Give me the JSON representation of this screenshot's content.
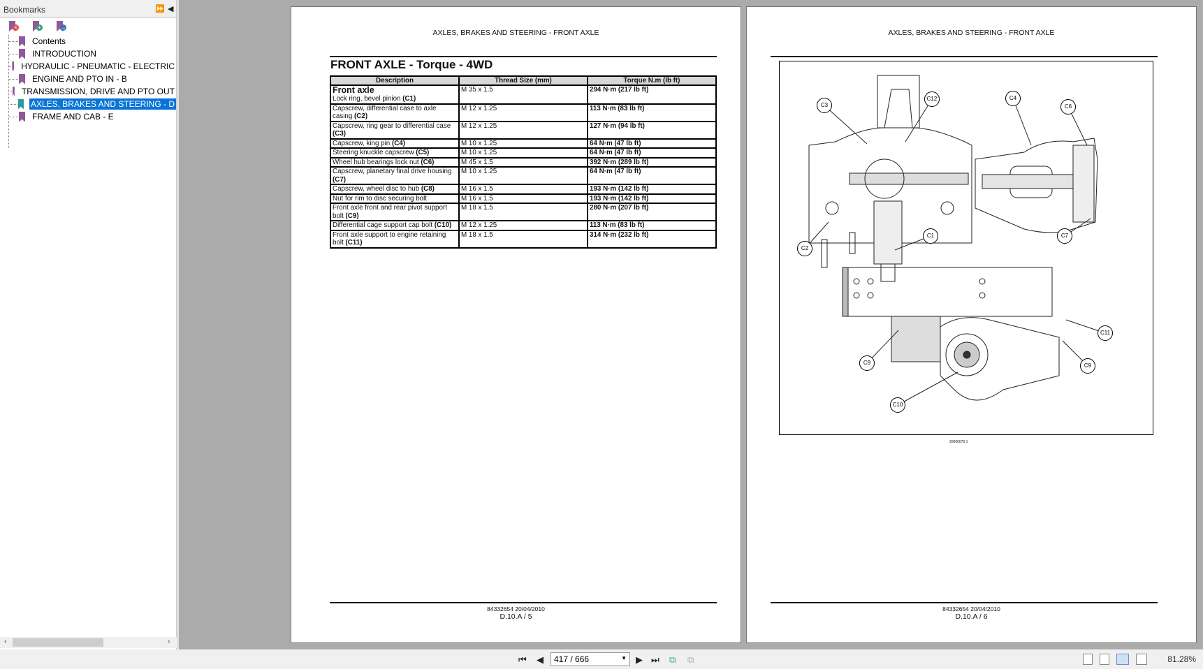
{
  "sidebar": {
    "title": "Bookmarks",
    "tools": [
      {
        "icon": "delete-bookmark-icon",
        "glyph": "×",
        "color": "#d9534f"
      },
      {
        "icon": "add-bookmark-icon",
        "glyph": "+",
        "color": "#3aa17e"
      },
      {
        "icon": "goto-bookmark-icon",
        "glyph": "→",
        "color": "#3a74b8"
      }
    ],
    "items": [
      {
        "label": "Contents"
      },
      {
        "label": "INTRODUCTION"
      },
      {
        "label": "HYDRAULIC - PNEUMATIC - ELECTRIC"
      },
      {
        "label": "ENGINE AND PTO IN - B"
      },
      {
        "label": "TRANSMISSION, DRIVE AND PTO OUT"
      },
      {
        "label": "AXLES, BRAKES AND STEERING - D",
        "selected": true
      },
      {
        "label": "FRAME AND CAB - E"
      }
    ]
  },
  "page_left": {
    "header": "AXLES, BRAKES AND STEERING - FRONT AXLE",
    "title": "FRONT AXLE - Torque - 4WD",
    "columns": [
      "Description",
      "Thread Size (mm)",
      "Torque N.m (lb ft)"
    ],
    "group": "Front axle",
    "rows": [
      {
        "desc": "Lock ring, bevel pinion ",
        "code": "(C1)",
        "thread": "M 35 x 1.5",
        "torque": "294 N·m (217 lb ft)"
      },
      {
        "desc": "Capscrew, differential case to axle casing ",
        "code": "(C2)",
        "thread": "M 12 x 1.25",
        "torque": "113 N·m (83 lb ft)"
      },
      {
        "desc": "Capscrew, ring gear to differential case ",
        "code": "(C3)",
        "thread": "M 12 x 1.25",
        "torque": "127 N·m (94 lb ft)"
      },
      {
        "desc": "Capscrew, king pin ",
        "code": "(C4)",
        "thread": "M 10 x 1.25",
        "torque": "64 N·m (47 lb ft)"
      },
      {
        "desc": "Steering knuckle capscrew ",
        "code": "(C5)",
        "thread": "M 10 x 1.25",
        "torque": "64 N·m (47 lb ft)"
      },
      {
        "desc": "Wheel hub bearings lock nut ",
        "code": "(C6)",
        "thread": "M 45 x 1.5",
        "torque": "392 N·m (289 lb ft)"
      },
      {
        "desc": "Capscrew, planetary final drive housing ",
        "code": "(C7)",
        "thread": "M 10 x 1.25",
        "torque": "64 N·m (47 lb ft)"
      },
      {
        "desc": "Capscrew, wheel disc to hub ",
        "code": "(C8)",
        "thread": "M 16 x 1.5",
        "torque": "193 N·m (142 lb ft)"
      },
      {
        "desc": "Nut for rim to disc securing bolt",
        "code": "",
        "thread": "M 16 x 1.5",
        "torque": "193 N·m (142 lb ft)"
      },
      {
        "desc": "Front axle front and rear pivot support bolt ",
        "code": "(C9)",
        "thread": "M 18 x 1.5",
        "torque": "280 N·m (207 lb ft)"
      },
      {
        "desc": "Differential cage support cap bolt ",
        "code": "(C10)",
        "thread": "M 12 x 1.25",
        "torque": "113 N·m (83 lb ft)"
      },
      {
        "desc": "Front axle support to engine retaining bolt ",
        "code": "(C11)",
        "thread": "M 18 x 1.5",
        "torque": "314 N·m (232 lb ft)"
      }
    ],
    "footer_doc": "84332654 20/04/2010",
    "footer_page": "D.10.A / 5"
  },
  "page_right": {
    "header": "AXLES, BRAKES AND STEERING - FRONT AXLE",
    "callouts": [
      "C3",
      "C12",
      "C4",
      "C6",
      "C2",
      "C1",
      "C7",
      "C11",
      "C9",
      "C9",
      "C10"
    ],
    "figure_caption": "20000075    1",
    "footer_doc": "84332654 20/04/2010",
    "footer_page": "D.10.A / 6"
  },
  "toolbar": {
    "page_value": "417 / 666",
    "zoom": "81.28%"
  }
}
